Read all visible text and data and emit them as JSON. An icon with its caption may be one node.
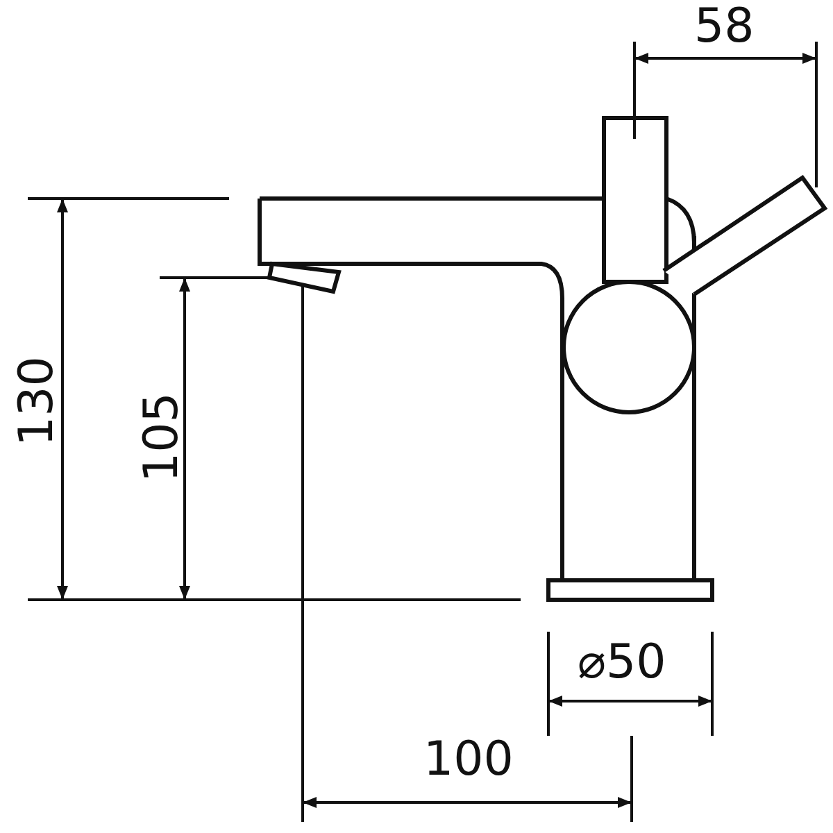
{
  "diagram": {
    "labels": [
      "58",
      "130",
      "105",
      "⌀50",
      "100"
    ]
  }
}
